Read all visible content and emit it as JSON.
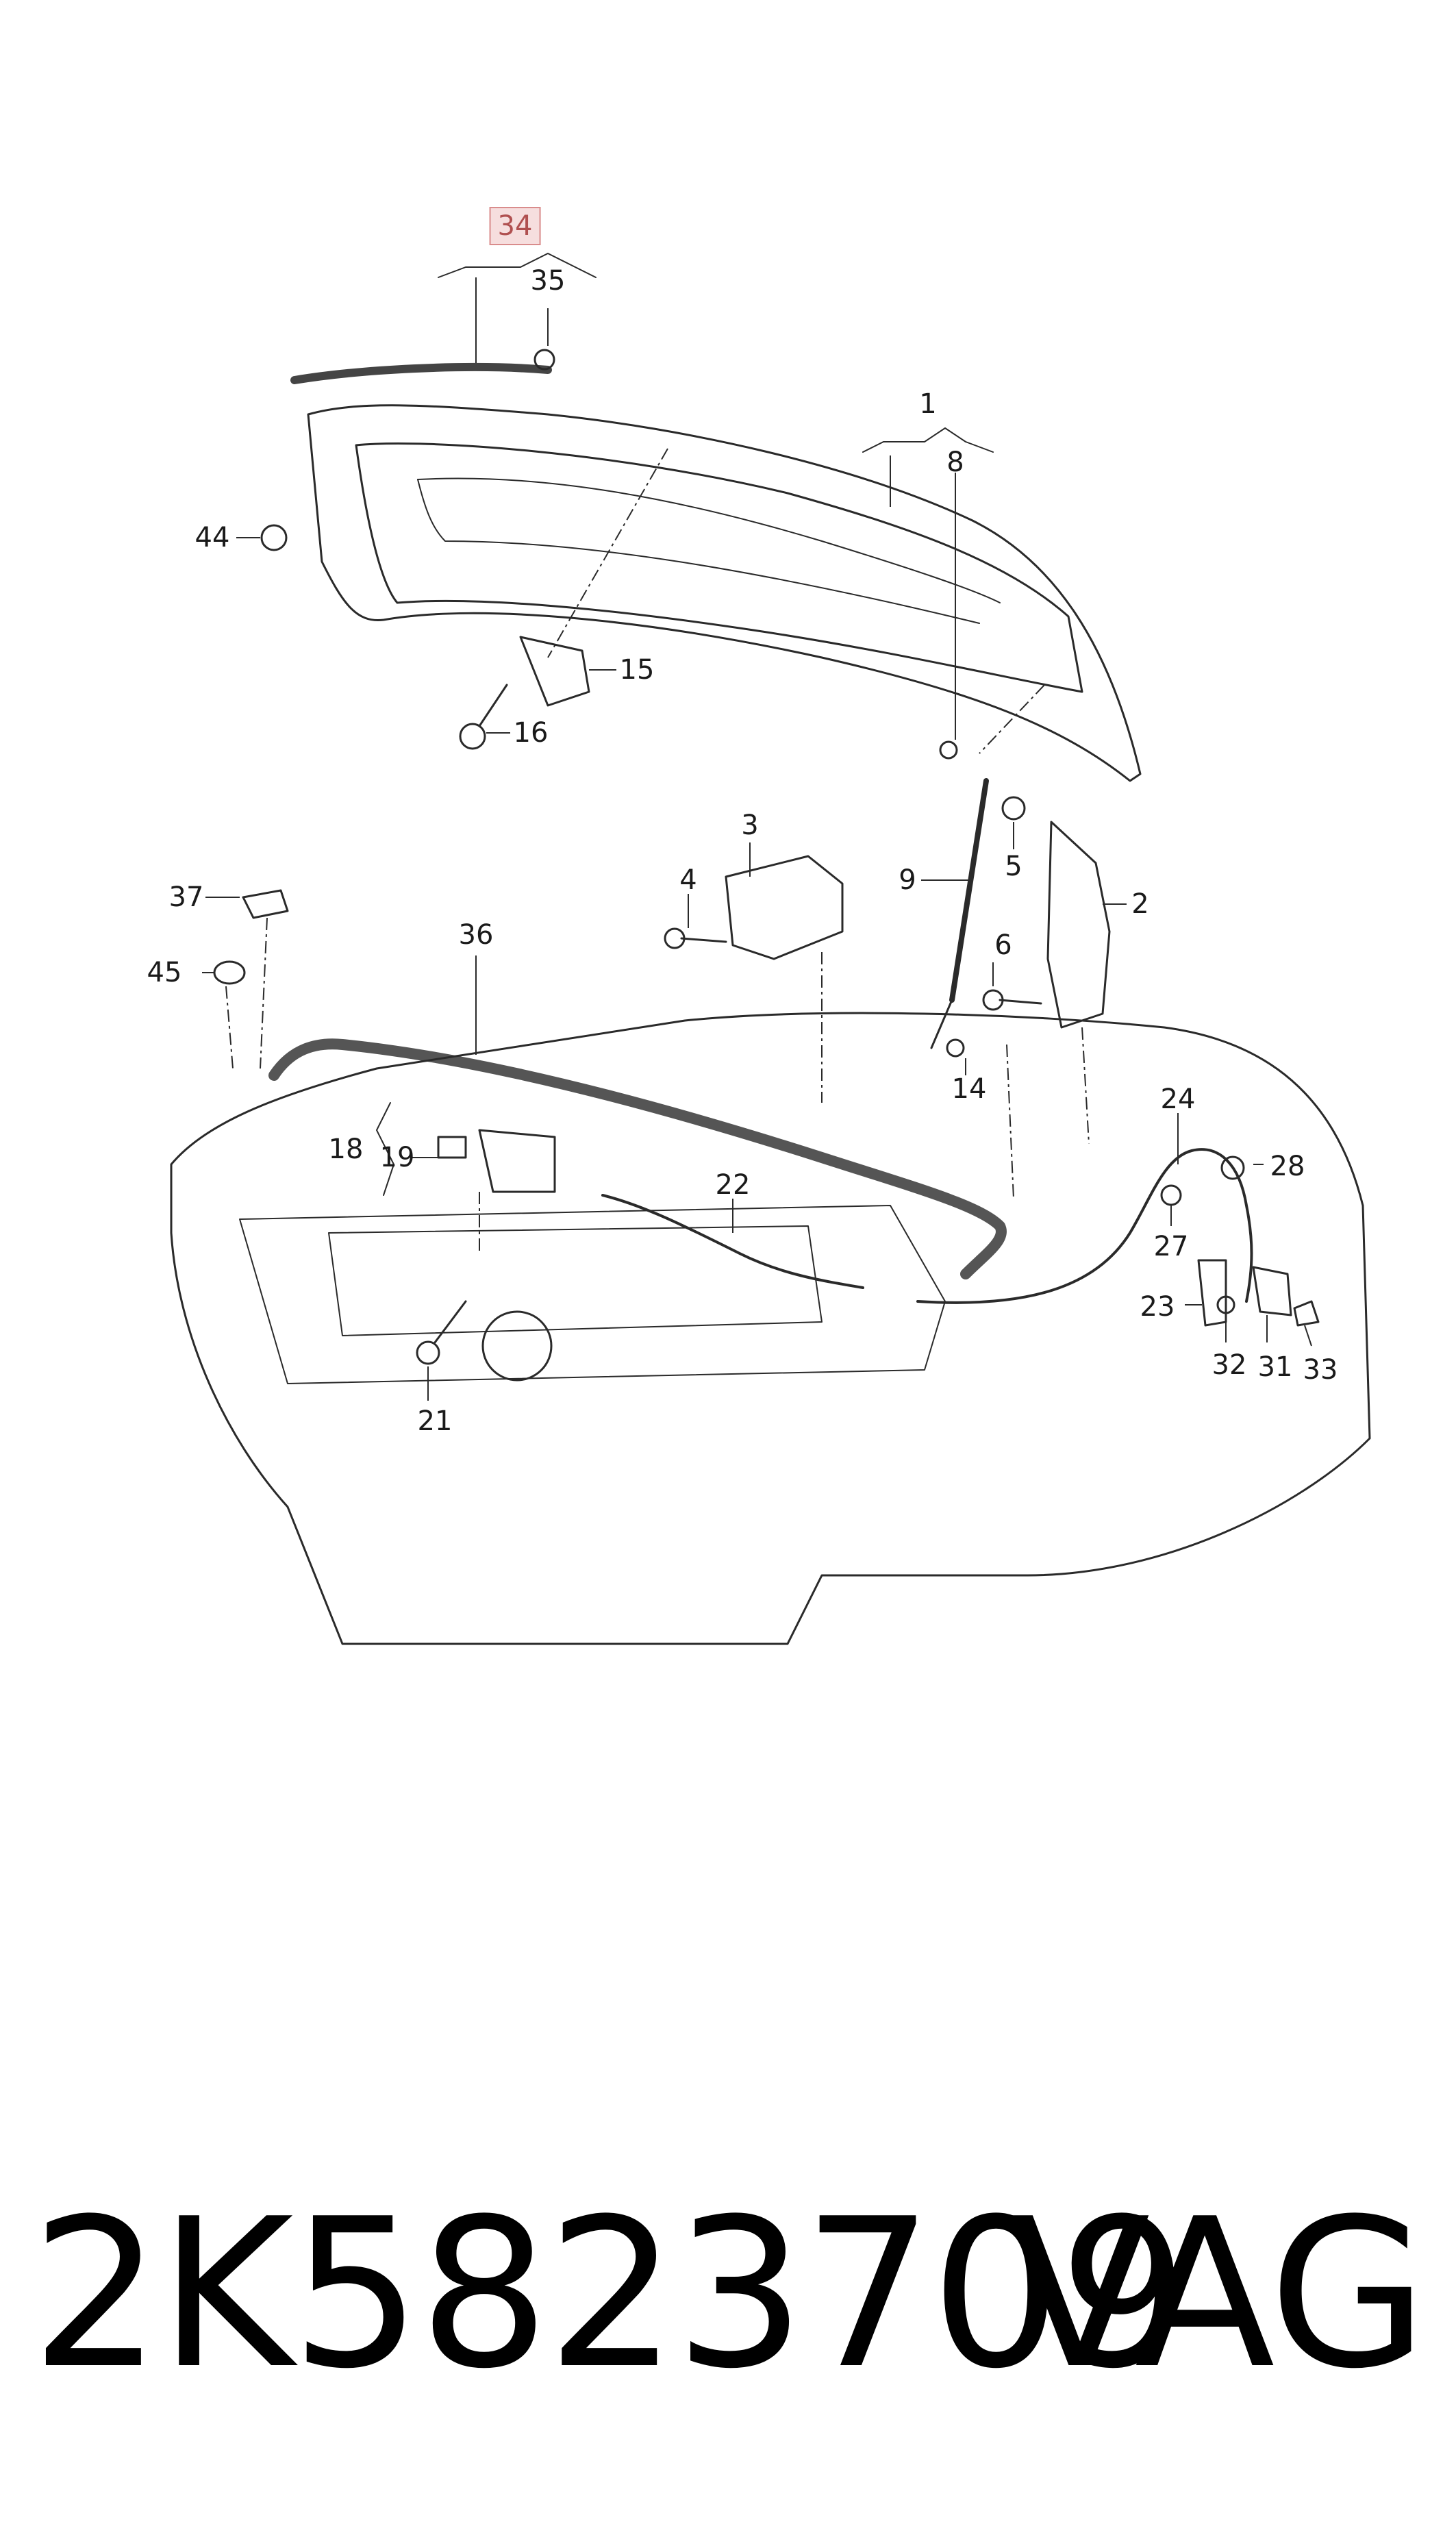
{
  "diagram": {
    "highlight_color": "#f6dede",
    "line_color": "#2a2a2a",
    "callouts": [
      {
        "id": "34",
        "label": "34",
        "highlighted": true
      },
      {
        "id": "35",
        "label": "35"
      },
      {
        "id": "1",
        "label": "1"
      },
      {
        "id": "8",
        "label": "8"
      },
      {
        "id": "44",
        "label": "44"
      },
      {
        "id": "15",
        "label": "15"
      },
      {
        "id": "16",
        "label": "16"
      },
      {
        "id": "3",
        "label": "3"
      },
      {
        "id": "4",
        "label": "4"
      },
      {
        "id": "9",
        "label": "9"
      },
      {
        "id": "5",
        "label": "5"
      },
      {
        "id": "2",
        "label": "2"
      },
      {
        "id": "6",
        "label": "6"
      },
      {
        "id": "37",
        "label": "37"
      },
      {
        "id": "36",
        "label": "36"
      },
      {
        "id": "45",
        "label": "45"
      },
      {
        "id": "14",
        "label": "14"
      },
      {
        "id": "24",
        "label": "24"
      },
      {
        "id": "18",
        "label": "18"
      },
      {
        "id": "19",
        "label": "19"
      },
      {
        "id": "22",
        "label": "22"
      },
      {
        "id": "28",
        "label": "28"
      },
      {
        "id": "27",
        "label": "27"
      },
      {
        "id": "23",
        "label": "23"
      },
      {
        "id": "32",
        "label": "32"
      },
      {
        "id": "31",
        "label": "31"
      },
      {
        "id": "33",
        "label": "33"
      },
      {
        "id": "21",
        "label": "21"
      }
    ]
  },
  "footer": {
    "part_number": "2K5823709",
    "brand": "VAG"
  }
}
